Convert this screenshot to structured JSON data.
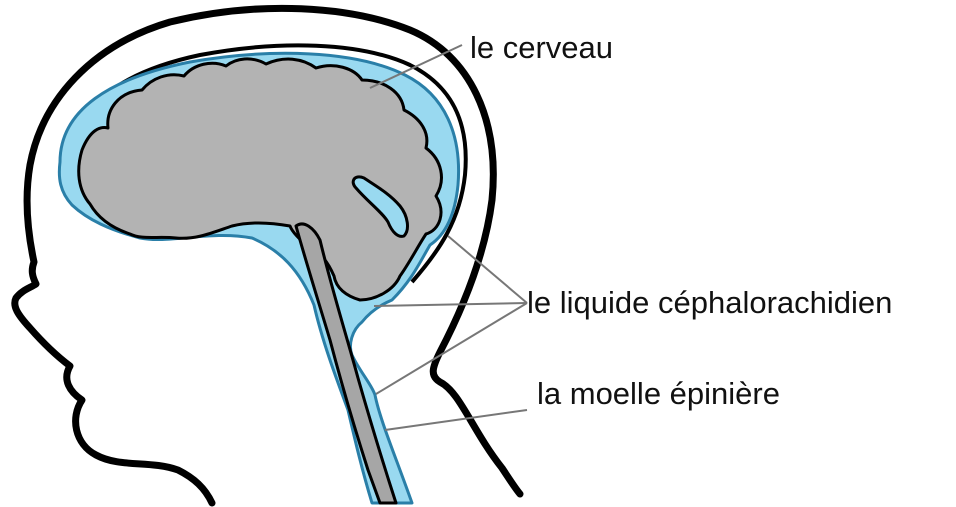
{
  "labels": {
    "brain": "le cerveau",
    "csf": "le liquide céphalorachidien",
    "spinal_cord": "la moelle épinière"
  },
  "colors": {
    "outline": "#000000",
    "csf_fill": "#99d9f0",
    "csf_edge": "#2a7fa8",
    "brain_fill": "#b3b3b3",
    "cord_fill": "#a6a6a6",
    "leader": "#777777"
  }
}
